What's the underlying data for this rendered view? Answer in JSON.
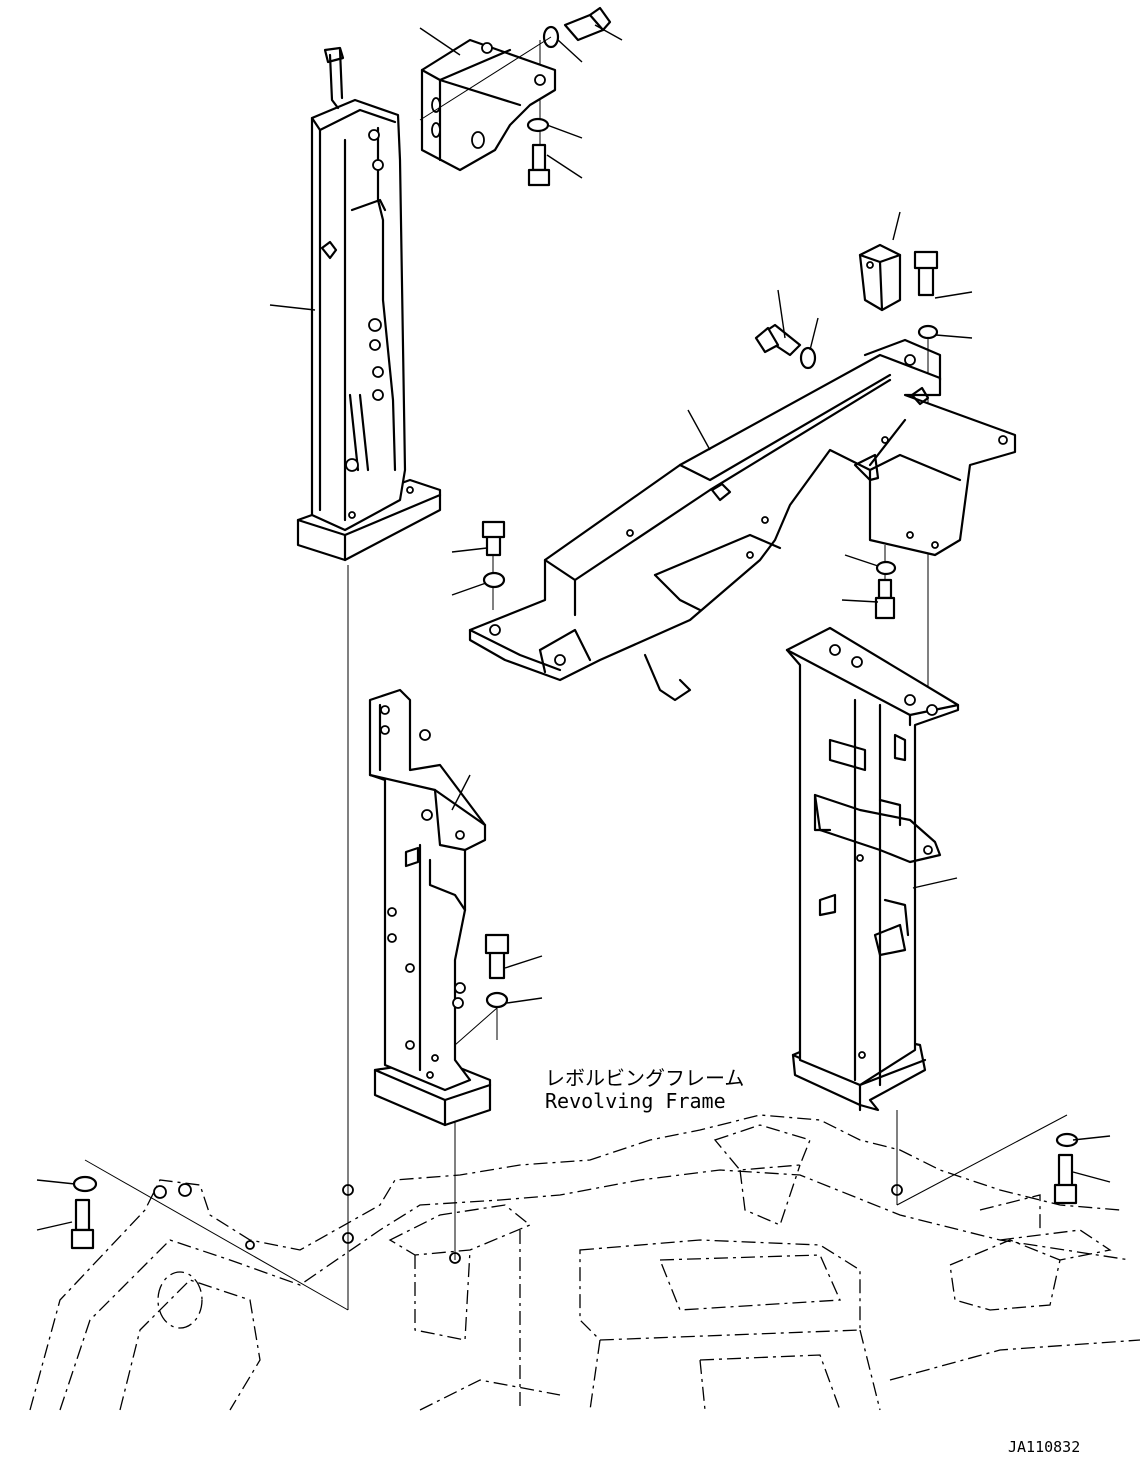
{
  "labels": {
    "frame_jp": "レボルビングフレーム",
    "frame_en": "Revolving Frame",
    "drawing_code": "JA110832"
  }
}
